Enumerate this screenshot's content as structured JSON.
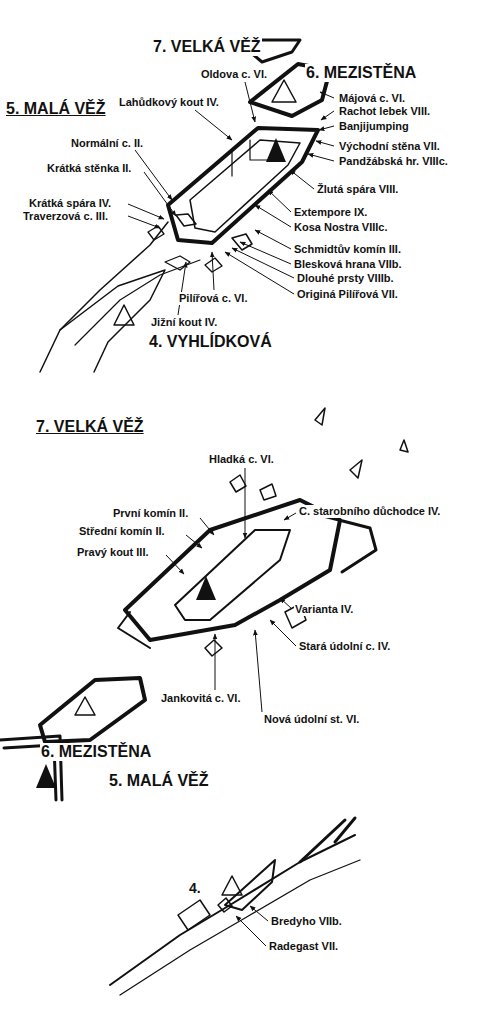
{
  "diagram": {
    "labels": [
      "7. VELKÁ VĚŽ",
      "Oldova c. VI.",
      "6. MEZISTĚNA",
      "Májová c. VI.",
      "Lahůdkový kout IV.",
      "5. MALÁ VĚŽ",
      "Rachot lebek VIII.",
      "Banjijumping",
      "Normální c. II.",
      "Východní stěna VII.",
      "Pandžábská hr. VIIIc.",
      "Krátká stěnka II.",
      "Žlutá spára VIII.",
      "Krátká spára IV.",
      "Traverzová c. III.",
      "Extempore IX.",
      "Kosa Nostra VIIIc.",
      "Schmidtův komín III.",
      "Blesková hrana VIIb.",
      "Dlouhé prsty VIIIb.",
      "Pilířová c. VI.",
      "Originá Pilířová VII.",
      "Jižní kout IV.",
      "4. VYHLÍDKOVÁ",
      "7. VELKÁ VĚŽ",
      "Hladká c. VI.",
      "C. starobního důchodce IV.",
      "První komín II.",
      "Střední komín II.",
      "Pravý kout III.",
      "Varianta IV.",
      "Stará údolní c. IV.",
      "Jankovitá c. VI.",
      "Nová údolní st. VI.",
      "6. MEZISTĚNA",
      "5. MALÁ VĚŽ",
      "4.",
      "Bredyho VIIb.",
      "Radegast VII."
    ]
  }
}
